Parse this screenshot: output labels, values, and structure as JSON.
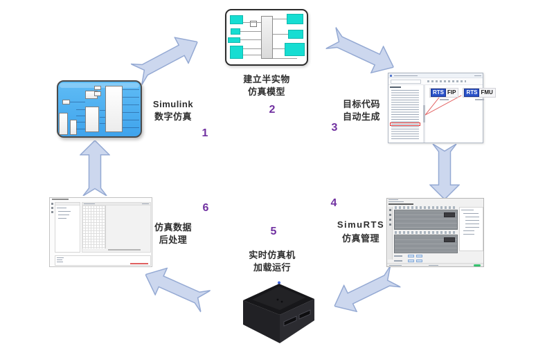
{
  "steps": [
    {
      "number": "1",
      "label_line1": "Simulink",
      "label_line2": "数字仿真"
    },
    {
      "number": "2",
      "label_line1": "建立半实物",
      "label_line2": "仿真模型"
    },
    {
      "number": "3",
      "label_line1": "目标代码",
      "label_line2": "自动生成"
    },
    {
      "number": "4",
      "label_line1": "SimuRTS",
      "label_line2": "仿真管理"
    },
    {
      "number": "5",
      "label_line1": "实时仿真机",
      "label_line2": "加载运行"
    },
    {
      "number": "6",
      "label_line1": "仿真数据",
      "label_line2": "后处理"
    }
  ],
  "flow": {
    "type": "closed-loop workflow",
    "sequence": [
      "1→2",
      "2→3",
      "3→4",
      "4→5",
      "5→6",
      "6→1"
    ]
  },
  "codegen_window": {
    "blocks": [
      {
        "badge": "RTS",
        "name": "FIP"
      },
      {
        "badge": "RTS",
        "name": "FMU"
      }
    ]
  },
  "colors": {
    "step_number": "#7030a0",
    "label_text": "#2e2e2e",
    "arrow_fill": "#ccd7ee",
    "arrow_stroke": "#94a9d3",
    "simulink_blue": "#45aaee",
    "cyan_block": "#16ddd2",
    "rts_badge": "#2a52c8",
    "red_highlight": "#e03838"
  }
}
